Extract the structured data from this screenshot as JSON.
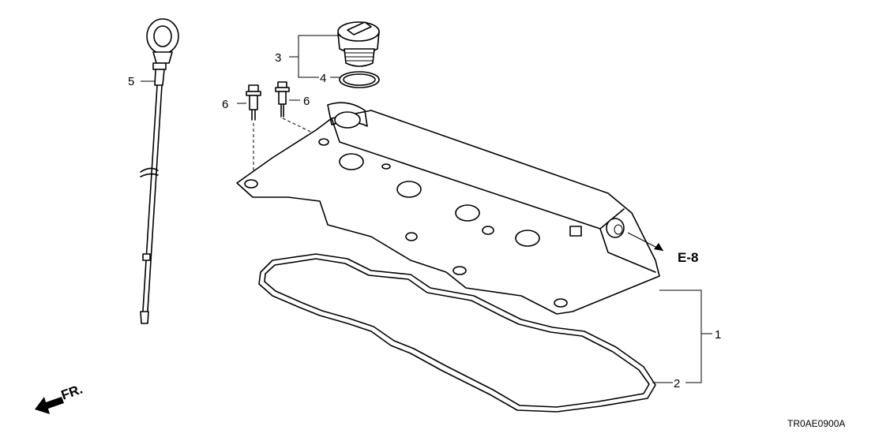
{
  "diagram": {
    "callouts": {
      "part_1": "1",
      "part_2": "2",
      "part_3": "3",
      "part_4": "4",
      "part_5": "5",
      "part_6a": "6",
      "part_6b": "6"
    },
    "reference": "E-8",
    "front_indicator": "FR.",
    "diagram_code": "TR0AE0900A"
  }
}
